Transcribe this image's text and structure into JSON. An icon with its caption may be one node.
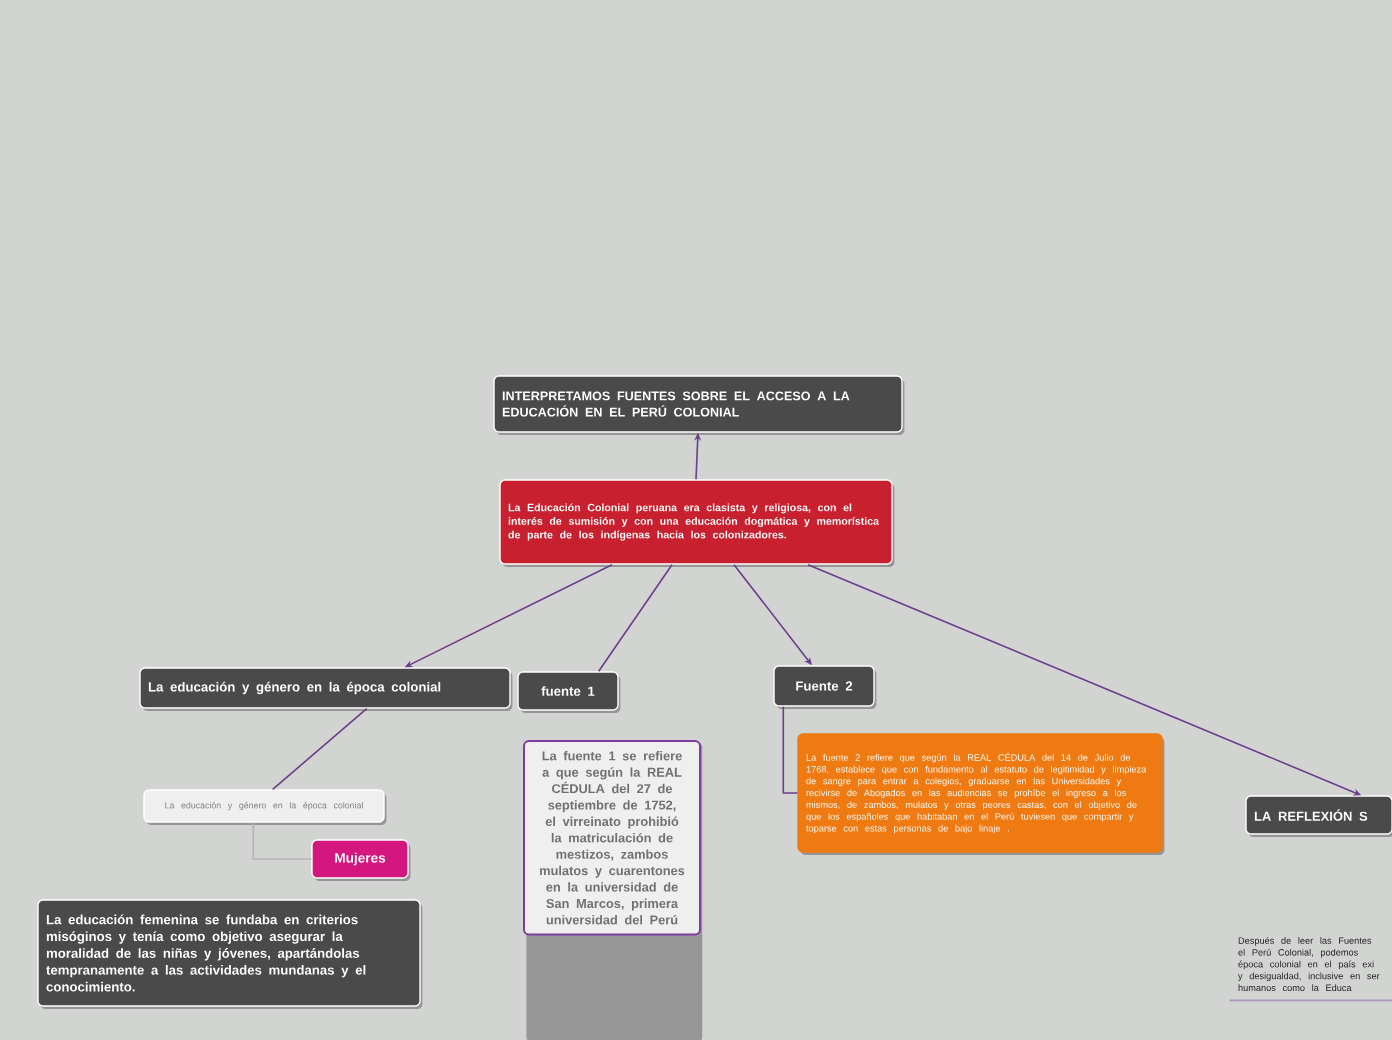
{
  "diagram": {
    "nodes": [
      {
        "text": [
          "INTERPRETAMOS FUENTES SOBRE EL ACCESO A LA EDUCACIÓN EN EL PERÚ COLONIAL"
        ]
      },
      {
        "text": [
          "La Educación Colonial peruana era clasista y religiosa, con el interés de sumisión y con una educación dogmática y memorística de parte de los indígenas hacia los colonizadores."
        ]
      },
      {
        "text": [
          "La educación y género en la época colonial"
        ]
      },
      {
        "text": [
          "fuente 1"
        ]
      },
      {
        "text": [
          "La fuente 1 se refiere a que según la REAL CÉDULA del 27 de septiembre de 1752, el virreinato prohibió la matriculación de mestizos, zambos mulatos y cuarentones en la universidad de San  Marcos, primera universidad del Perú"
        ]
      },
      {
        "text": [
          "Fuente 2"
        ]
      },
      {
        "text": [
          "La fuente 2 refiere que según la REAL CÉDULA del 14 de Julio de 1768, establece que con fundamento al estatuto de legitimidad y limpieza de sangre para entrar a colegios, graduarse en las Universidades y recivirse de Abogados en las audiencias se prohíbe el ingreso a los mismos, de zambos, mulatos y otras peores castas, con el objetivo de que los españoles que habitaban en el Perú tuviesen que compartir y toparse con estas personas de bajo linaje ."
        ]
      },
      {
        "text": [
          "La educación y género en la época colonial"
        ]
      },
      {
        "text": [
          "Mujeres"
        ]
      },
      {
        "text": [
          "La educación femenina se fundaba en criterios misóginos y tenía como objetivo asegurar la moralidad de las niñas y jóvenes, apartándolas tempranamente a las actividades mundanas y el conocimiento."
        ]
      },
      {
        "text": [
          "LA REFLEXIÓN S"
        ]
      },
      {
        "text": [
          "Después de leer las Fuentes el Perú Colonial, podemos época colonial en el país exi y desigualdad, inclusive en ser humanos como la Educa"
        ]
      }
    ],
    "edges": [
      {
        "from": 1,
        "to": 0,
        "arrow": "to"
      },
      {
        "from": 1,
        "to": 2,
        "arrow": "to"
      },
      {
        "from": 1,
        "to": 3,
        "arrow": "none"
      },
      {
        "from": 1,
        "to": 5,
        "arrow": "to"
      },
      {
        "from": 1,
        "to": 10,
        "arrow": "to"
      },
      {
        "from": 2,
        "to": 7,
        "arrow": "none"
      },
      {
        "from": 7,
        "to": 8,
        "arrow": "none",
        "color": "#b4b4b4"
      },
      {
        "from": 5,
        "to": 6,
        "arrow": "none"
      }
    ]
  }
}
